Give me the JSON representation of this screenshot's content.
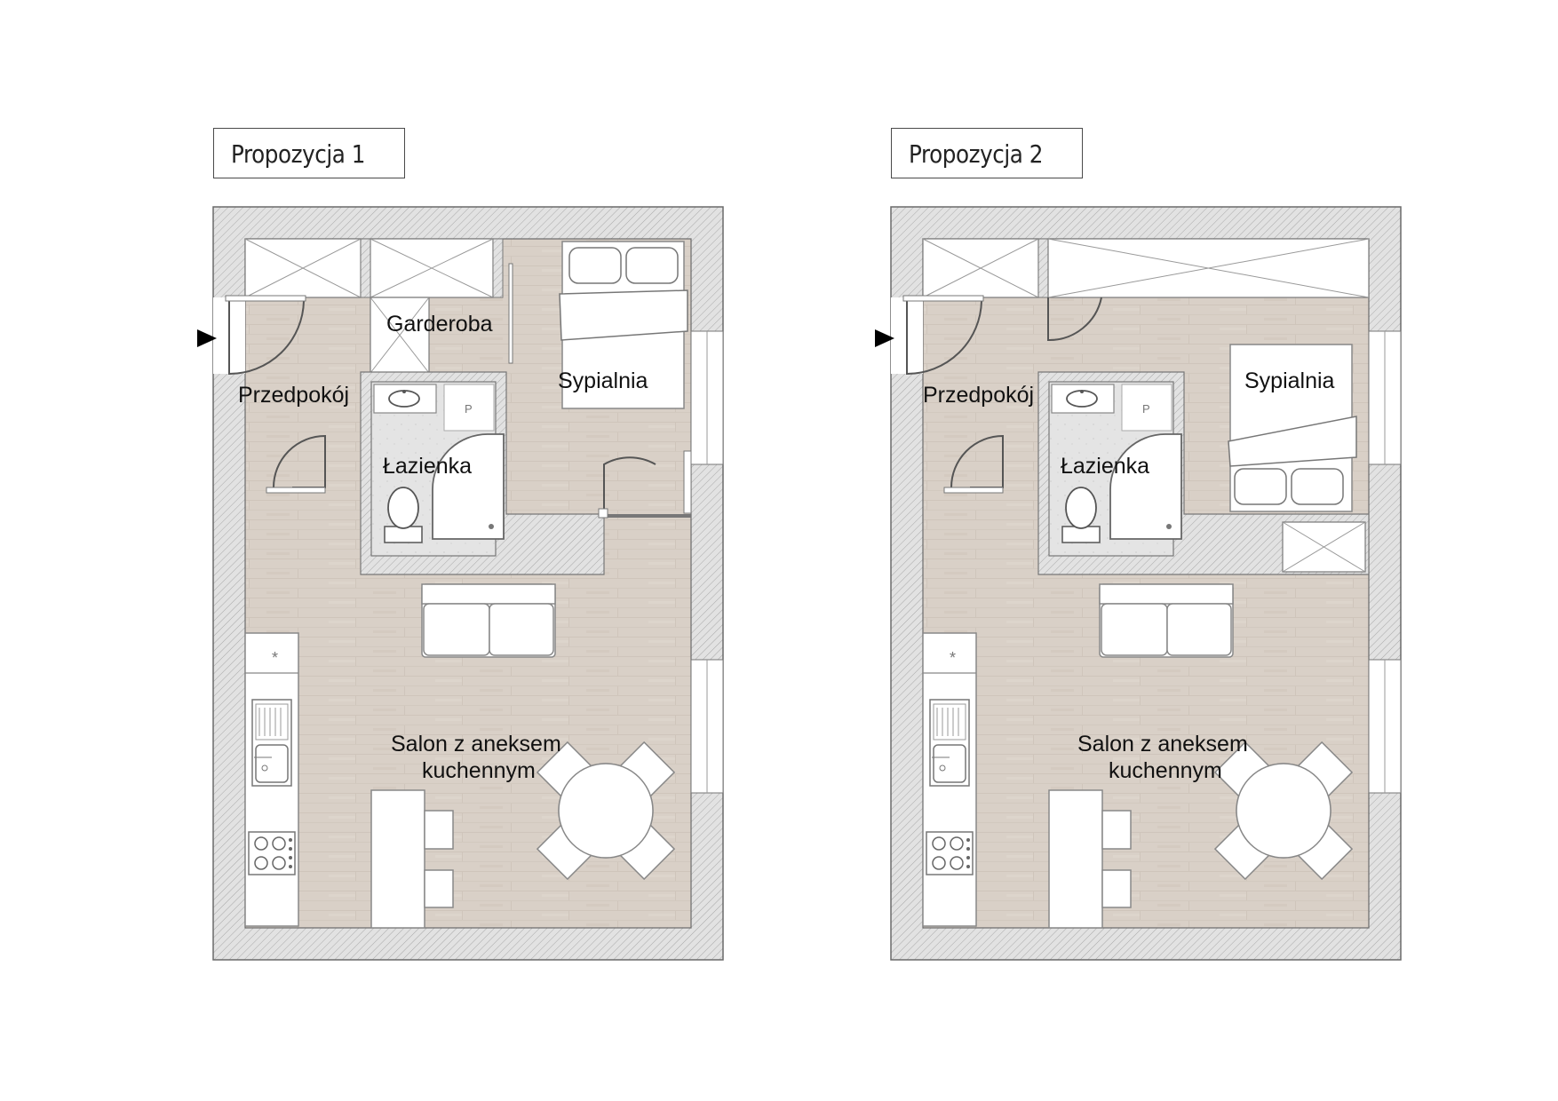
{
  "plans": [
    {
      "title": "Propozycja 1",
      "rooms": {
        "garderoba": "Garderoba",
        "przedpokoj": "Przedpokój",
        "sypialnia": "Sypialnia",
        "lazienka": "Łazienka",
        "salon_line1": "Salon z aneksem",
        "salon_line2": "kuchennym"
      }
    },
    {
      "title": "Propozycja 2",
      "rooms": {
        "przedpokoj": "Przedpokój",
        "sypialnia": "Sypialnia",
        "lazienka": "Łazienka",
        "salon_line1": "Salon z aneksem",
        "salon_line2": "kuchennym"
      }
    }
  ],
  "fixtures": {
    "toilet_cistern_label": "P",
    "fridge_mark": "*"
  },
  "colors": {
    "floor_wood": "#d8cfc6",
    "bathroom_tile": "#e6e6e6",
    "wall_fill": "#dcdcdc",
    "wall_stroke": "#6a6a6a",
    "furniture": "#ffffff"
  }
}
